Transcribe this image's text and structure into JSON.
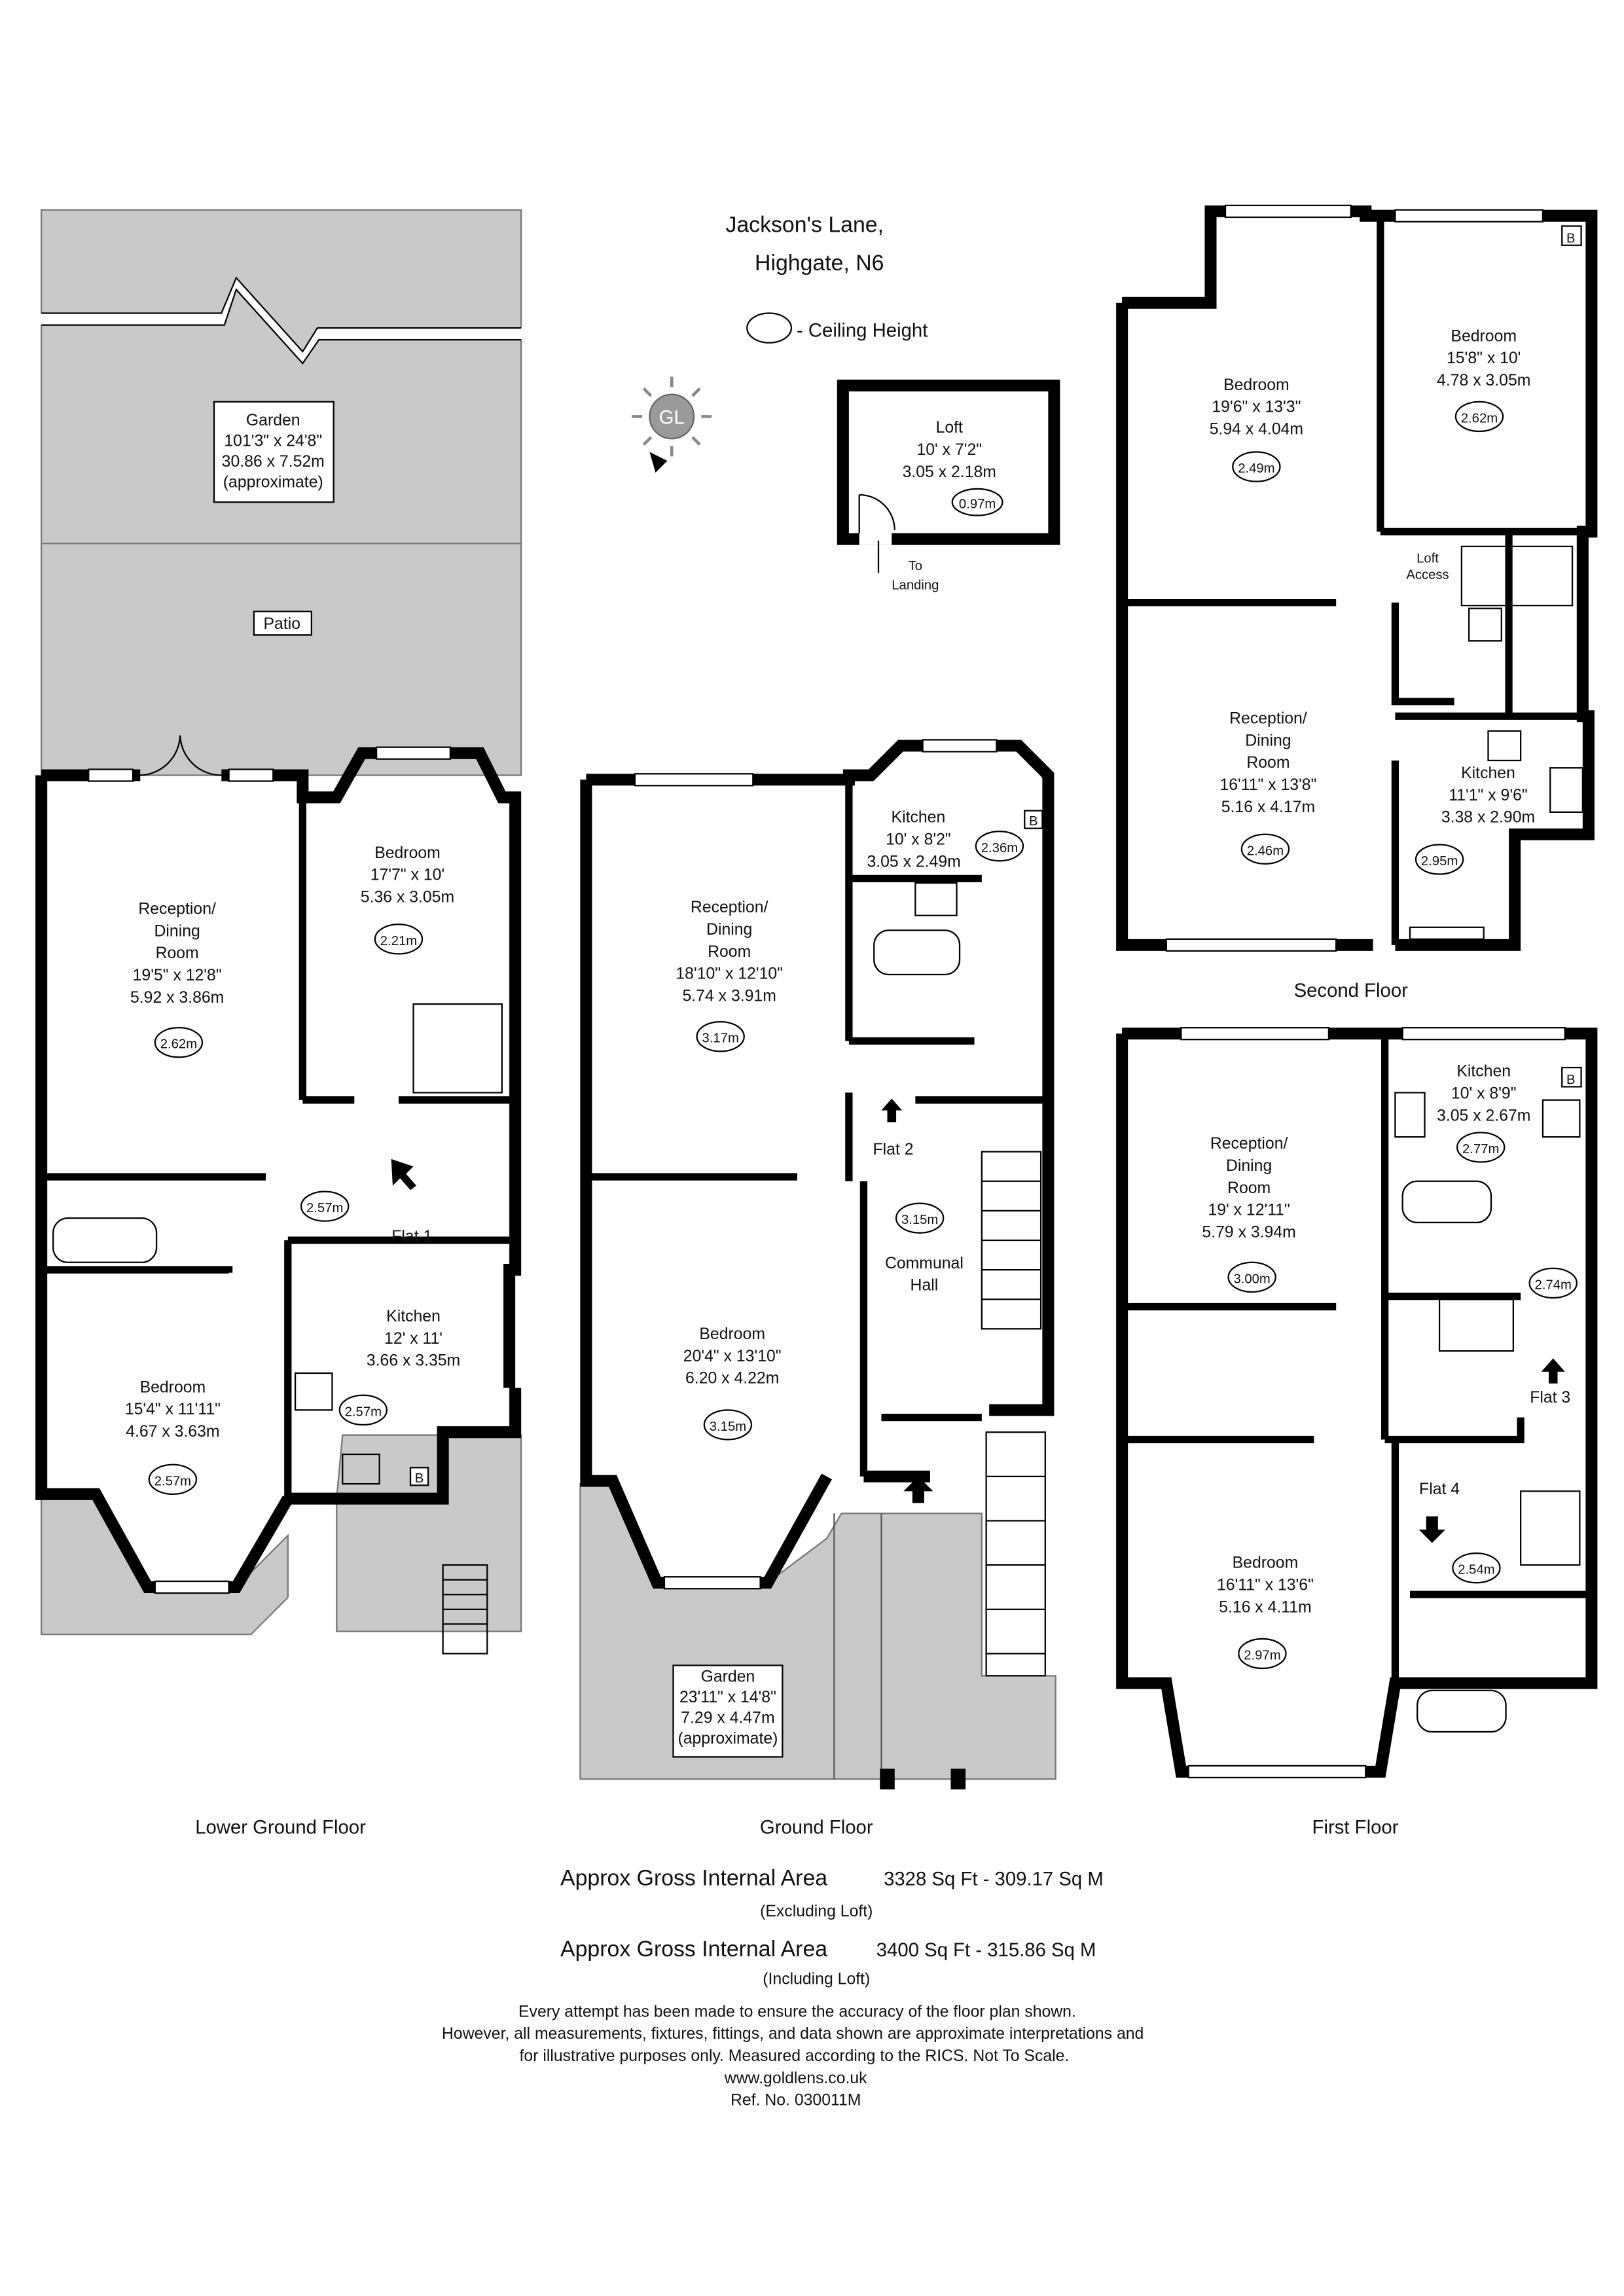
{
  "title": {
    "line1": "Jackson's Lane,",
    "line2": "Highgate, N6"
  },
  "legend": {
    "ceiling_height": "- Ceiling Height"
  },
  "compass": {
    "label": "GL"
  },
  "loft": {
    "name": "Loft",
    "imperial": "10' x 7'2\"",
    "metric": "3.05 x 2.18m",
    "height": "0.97m",
    "note1": "To",
    "note2": "Landing"
  },
  "lower_ground": {
    "floor_label": "Lower Ground Floor",
    "garden": {
      "name": "Garden",
      "imperial": "101'3\" x 24'8\"",
      "metric": "30.86 x 7.52m",
      "note": "(approximate)"
    },
    "patio": "Patio",
    "reception": {
      "l1": "Reception/",
      "l2": "Dining",
      "l3": "Room",
      "imperial": "19'5\" x 12'8\"",
      "metric": "5.92 x 3.86m",
      "height": "2.62m"
    },
    "bedroom1": {
      "name": "Bedroom",
      "imperial": "17'7\" x 10'",
      "metric": "5.36 x 3.05m",
      "height": "2.21m"
    },
    "hall_height": "2.57m",
    "flat": "Flat 1",
    "kitchen": {
      "name": "Kitchen",
      "imperial": "12' x 11'",
      "metric": "3.66 x 3.35m",
      "height": "2.57m"
    },
    "bedroom2": {
      "name": "Bedroom",
      "imperial": "15'4\" x 11'11\"",
      "metric": "4.67 x 3.63m",
      "height": "2.57m"
    },
    "boiler": "B"
  },
  "ground": {
    "floor_label": "Ground Floor",
    "reception": {
      "l1": "Reception/",
      "l2": "Dining",
      "l3": "Room",
      "imperial": "18'10\" x 12'10\"",
      "metric": "5.74 x 3.91m",
      "height": "3.17m"
    },
    "kitchen": {
      "name": "Kitchen",
      "imperial": "10' x 8'2\"",
      "metric": "3.05 x 2.49m",
      "height": "2.36m"
    },
    "boiler": "B",
    "flat": "Flat 2",
    "hall": {
      "height": "3.15m",
      "l1": "Communal",
      "l2": "Hall"
    },
    "bedroom": {
      "name": "Bedroom",
      "imperial": "20'4\" x 13'10\"",
      "metric": "6.20 x 4.22m",
      "height": "3.15m"
    },
    "garden": {
      "name": "Garden",
      "imperial": "23'11\" x 14'8\"",
      "metric": "7.29 x 4.47m",
      "note": "(approximate)"
    }
  },
  "second": {
    "floor_label": "Second Floor",
    "bedroom1": {
      "name": "Bedroom",
      "imperial": "19'6\" x 13'3\"",
      "metric": "5.94 x 4.04m",
      "height": "2.49m"
    },
    "bedroom2": {
      "name": "Bedroom",
      "imperial": "15'8\" x 10'",
      "metric": "4.78 x 3.05m",
      "height": "2.62m"
    },
    "boiler": "B",
    "loft_access": {
      "l1": "Loft",
      "l2": "Access"
    },
    "reception": {
      "l1": "Reception/",
      "l2": "Dining",
      "l3": "Room",
      "imperial": "16'11\" x 13'8\"",
      "metric": "5.16 x 4.17m",
      "height": "2.46m"
    },
    "kitchen": {
      "name": "Kitchen",
      "imperial": "11'1\" x 9'6\"",
      "metric": "3.38 x 2.90m",
      "height": "2.95m"
    }
  },
  "first": {
    "floor_label": "First Floor",
    "reception": {
      "l1": "Reception/",
      "l2": "Dining",
      "l3": "Room",
      "imperial": "19' x 12'11\"",
      "metric": "5.79 x 3.94m",
      "height": "3.00m"
    },
    "kitchen": {
      "name": "Kitchen",
      "imperial": "10' x 8'9\"",
      "metric": "3.05 x 2.67m",
      "height": "2.77m"
    },
    "boiler": "B",
    "bath_height": "2.74m",
    "flat3": "Flat 3",
    "flat4": "Flat 4",
    "flat4_height": "2.54m",
    "bedroom": {
      "name": "Bedroom",
      "imperial": "16'11\" x 13'6\"",
      "metric": "5.16 x 4.11m",
      "height": "2.97m"
    }
  },
  "footer": {
    "area1_label": "Approx Gross Internal Area",
    "area1_value": "3328 Sq Ft  -  309.17 Sq M",
    "area1_note": "(Excluding Loft)",
    "area2_label": "Approx Gross Internal Area",
    "area2_value": "3400 Sq Ft  -  315.86 Sq M",
    "area2_note": "(Including Loft)",
    "disclaimer1": "Every attempt has been made to ensure the accuracy of the floor plan shown.",
    "disclaimer2": "However, all measurements, fixtures, fittings, and data shown are approximate interpretations and",
    "disclaimer3": "for illustrative purposes only. Measured according to the RICS. Not To Scale.",
    "website": "www.goldlens.co.uk",
    "ref": "Ref. No. 030011M"
  }
}
